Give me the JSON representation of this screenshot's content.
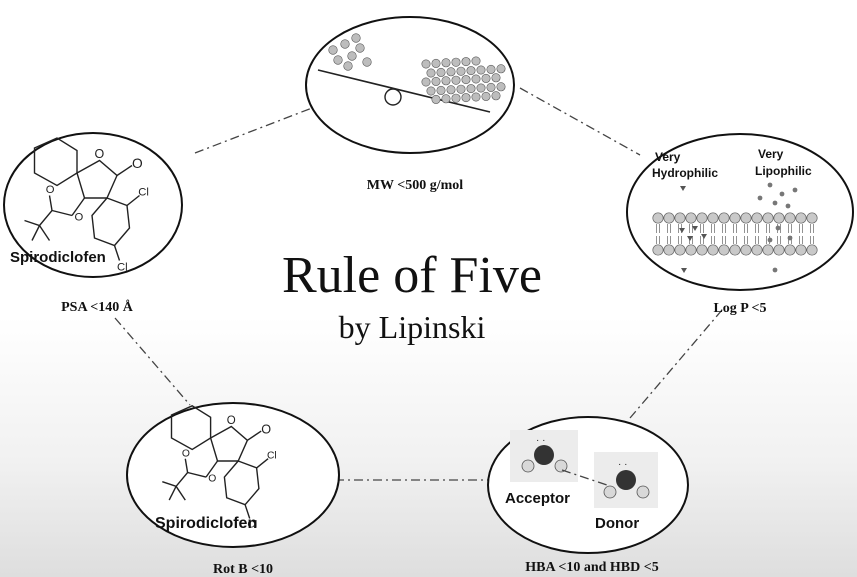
{
  "title": "Rule of Five",
  "subtitle": "by Lipinski",
  "nodes": {
    "mw": {
      "caption": "MW <500 g/mol"
    },
    "logp": {
      "caption": "Log P <5",
      "label_left_1": "Very",
      "label_left_2": "Hydrophilic",
      "label_right_1": "Very",
      "label_right_2": "Lipophilic"
    },
    "hb": {
      "caption": "HBA <10 and HBD <5",
      "acceptor": "Acceptor",
      "donor": "Donor"
    },
    "rotb": {
      "caption": "Rot B <10",
      "molecule": "Spirodiclofen"
    },
    "psa": {
      "caption": "PSA <140 Å",
      "molecule": "Spirodiclofen"
    }
  },
  "colors": {
    "stroke": "#111111",
    "dashed_connector": "#444444",
    "ball": "#bdbdbd",
    "water_oxygen": "#333333"
  }
}
